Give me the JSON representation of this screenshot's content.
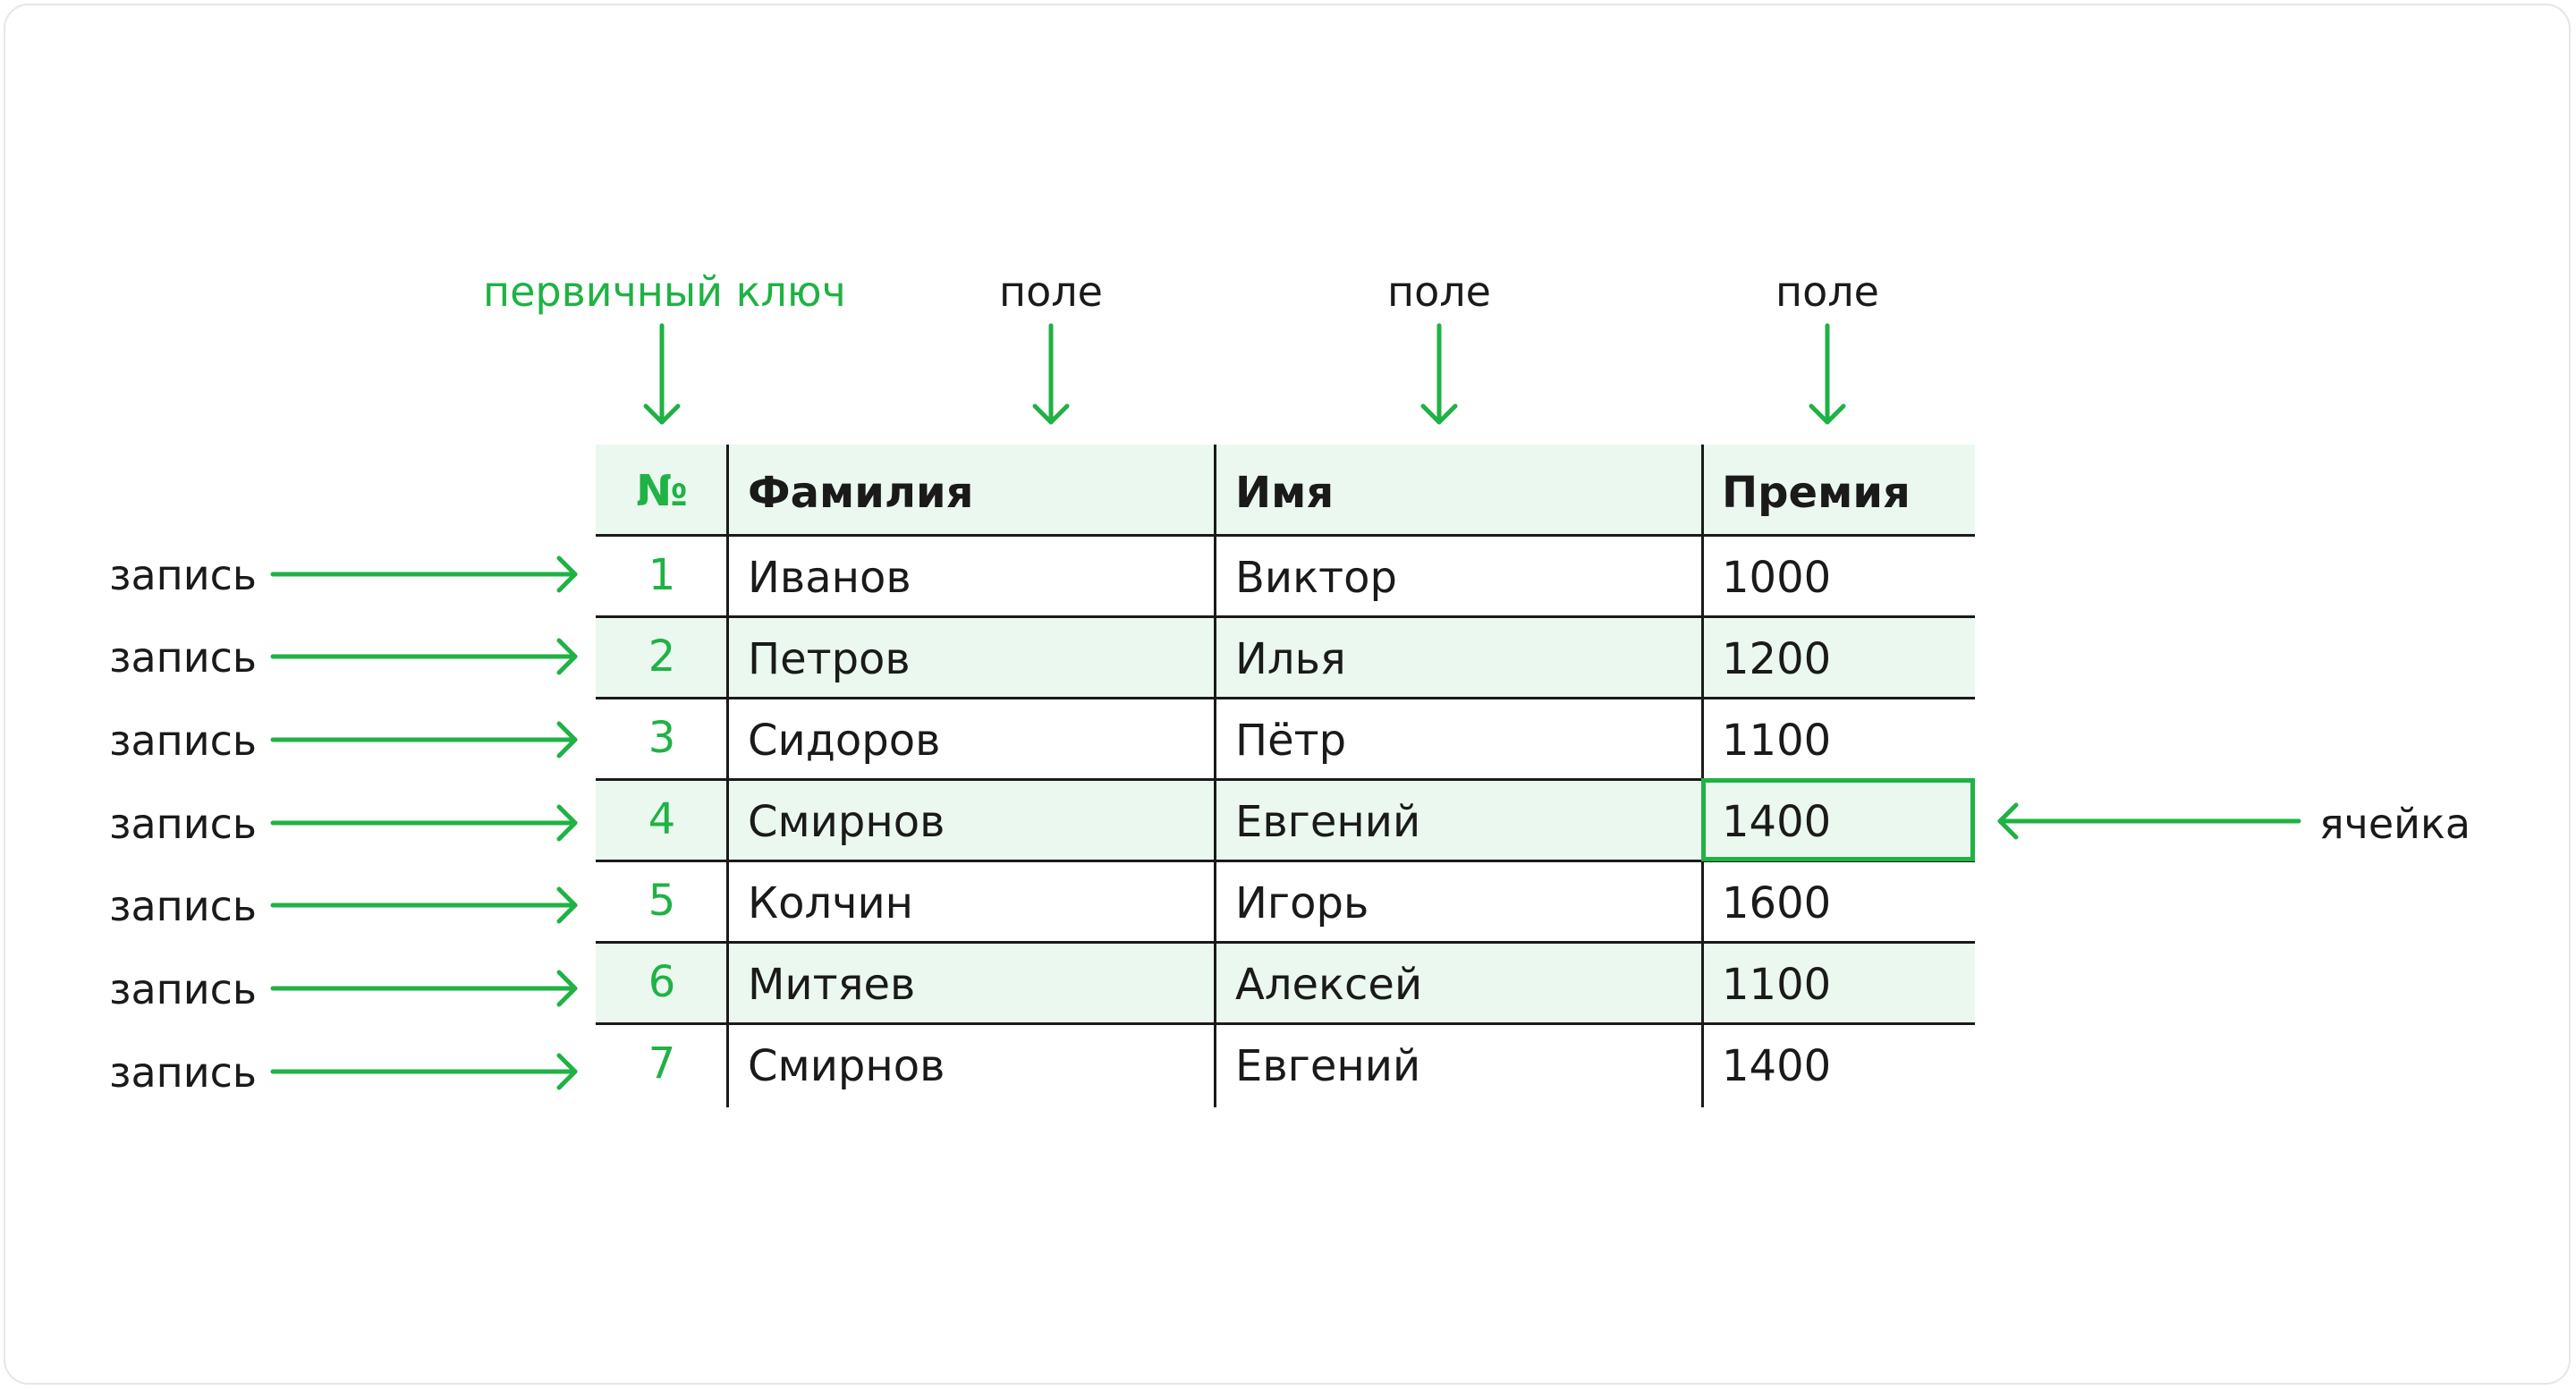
{
  "annotations": {
    "primary_key": "первичный ключ",
    "field": "поле",
    "record": "запись",
    "cell": "ячейка"
  },
  "table": {
    "headers": [
      "№",
      "Фамилия",
      "Имя",
      "Премия"
    ],
    "rows": [
      [
        "1",
        "Иванов",
        "Виктор",
        "1000"
      ],
      [
        "2",
        "Петров",
        "Илья",
        "1200"
      ],
      [
        "3",
        "Сидоров",
        "Пётр",
        "1100"
      ],
      [
        "4",
        "Смирнов",
        "Евгений",
        "1400"
      ],
      [
        "5",
        "Колчин",
        "Игорь",
        "1600"
      ],
      [
        "6",
        "Митяев",
        "Алексей",
        "1100"
      ],
      [
        "7",
        "Смирнов",
        "Евгений",
        "1400"
      ]
    ],
    "highlighted_cell": {
      "row": 4,
      "column": "Премия"
    }
  },
  "colors": {
    "accent": "#1fb244",
    "band": "#ebf8ef",
    "text": "#1a1a1a",
    "frame": "#e6e6e6"
  }
}
